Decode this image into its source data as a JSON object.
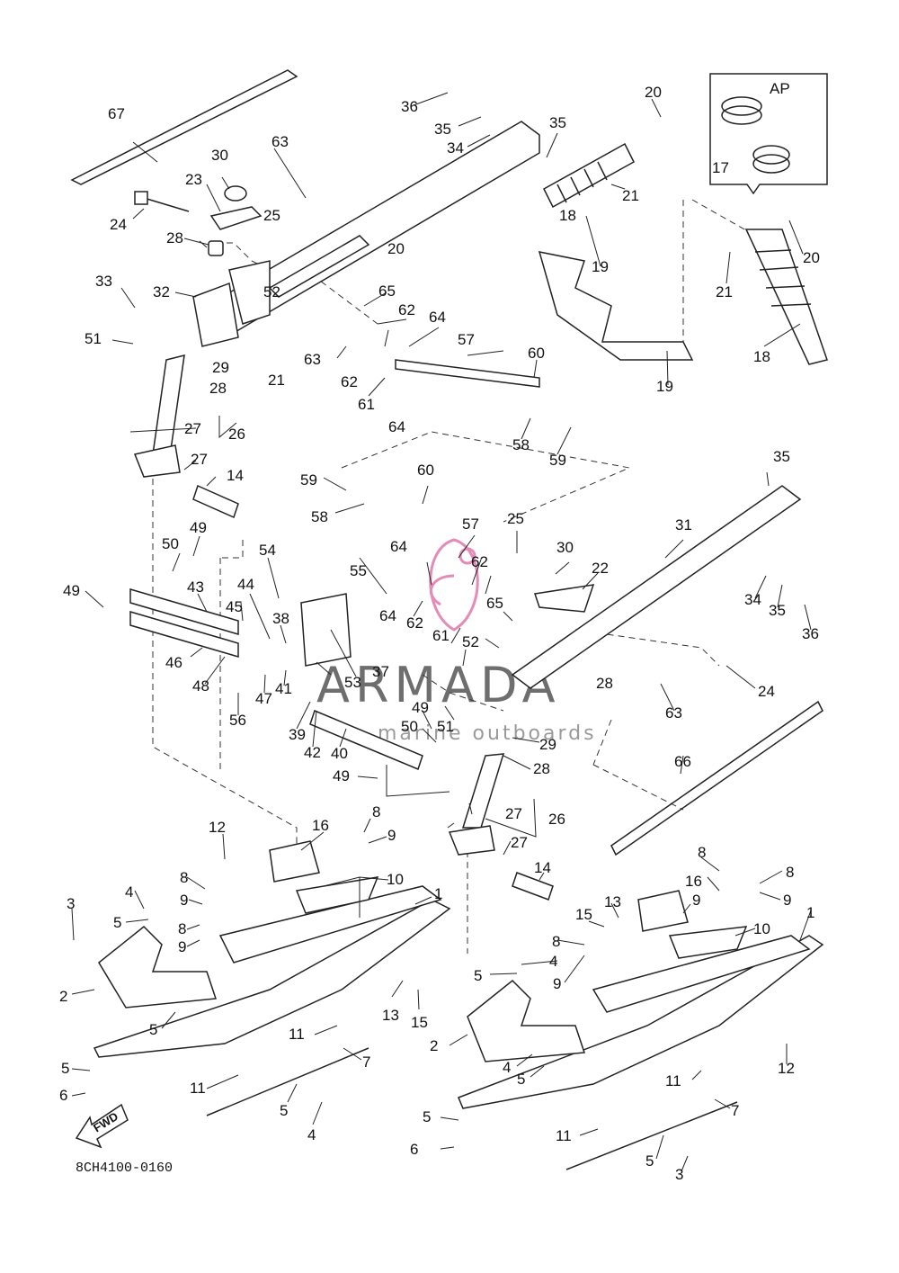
{
  "diagram": {
    "drawing_code": "8CH4100-0160",
    "forward_label": "FWD",
    "inset_label": "AP",
    "watermark": {
      "brand": "ARMADA",
      "tagline": "marine outboards",
      "logo_color": "#e58bb8"
    },
    "callouts": [
      "1",
      "2",
      "3",
      "4",
      "5",
      "6",
      "7",
      "8",
      "9",
      "10",
      "11",
      "12",
      "13",
      "14",
      "15",
      "16",
      "17",
      "18",
      "19",
      "20",
      "21",
      "22",
      "23",
      "24",
      "25",
      "26",
      "27",
      "28",
      "29",
      "30",
      "31",
      "32",
      "33",
      "34",
      "35",
      "36",
      "37",
      "38",
      "39",
      "40",
      "41",
      "42",
      "43",
      "44",
      "45",
      "46",
      "47",
      "48",
      "49",
      "50",
      "51",
      "52",
      "53",
      "54",
      "55",
      "56",
      "57",
      "58",
      "59",
      "60",
      "61",
      "62",
      "63",
      "64",
      "65",
      "66",
      "67"
    ]
  }
}
